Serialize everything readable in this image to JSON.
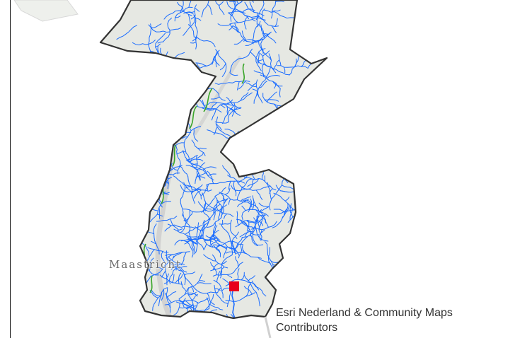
{
  "map": {
    "place_label": "Maastricht",
    "attribution": "Esri Nederland & Community Maps Contributors",
    "colors": {
      "land": "#e6e8e3",
      "boundary": "#333333",
      "waterways": "#1a6cff",
      "green_lines": "#3aa62a",
      "marker": "#e8001c",
      "road": "#c9c9c9"
    },
    "marker": {
      "type": "square",
      "icon": "location-marker-icon"
    }
  }
}
